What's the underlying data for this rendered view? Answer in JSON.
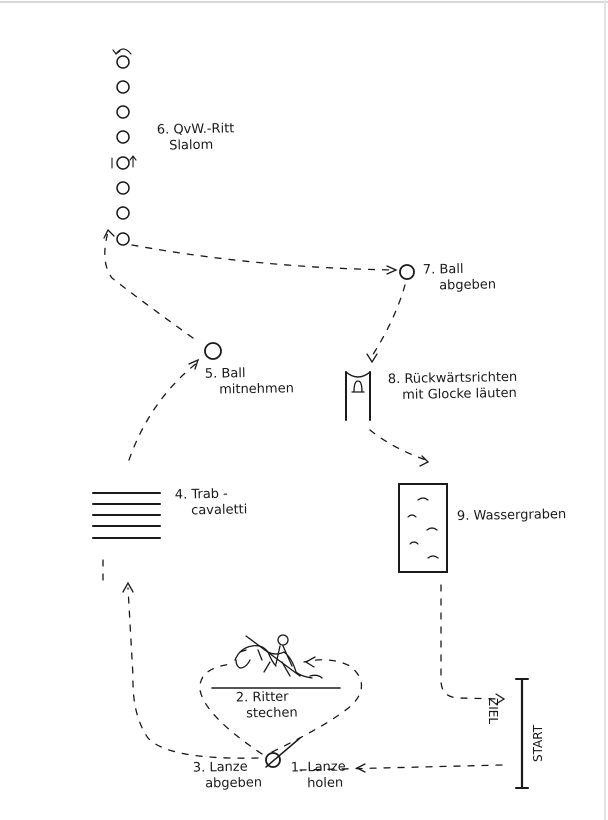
{
  "course": {
    "stations": [
      {
        "id": "1",
        "lines": [
          "1. Lanze",
          "holen"
        ]
      },
      {
        "id": "2",
        "lines": [
          "2. Ritter",
          "stechen"
        ]
      },
      {
        "id": "3",
        "lines": [
          "3. Lanze",
          "abgeben"
        ]
      },
      {
        "id": "4",
        "lines": [
          "4. Trab -",
          "cavaletti"
        ]
      },
      {
        "id": "5",
        "lines": [
          "5. Ball",
          "mitnehmen"
        ]
      },
      {
        "id": "6",
        "lines": [
          "6. QvW.-Ritt",
          "Slalom"
        ]
      },
      {
        "id": "7",
        "lines": [
          "7. Ball",
          "abgeben"
        ]
      },
      {
        "id": "8",
        "lines": [
          "8. Rückwärtsrichten",
          "mit Glocke läuten"
        ]
      },
      {
        "id": "9",
        "lines": [
          "9. Wassergraben"
        ]
      }
    ],
    "start_label": "START",
    "ziel_label": "ZIEL"
  },
  "colors": {
    "ink": "#1a1a1a",
    "paper": "#ffffff",
    "frame": "#d9d9d9"
  }
}
